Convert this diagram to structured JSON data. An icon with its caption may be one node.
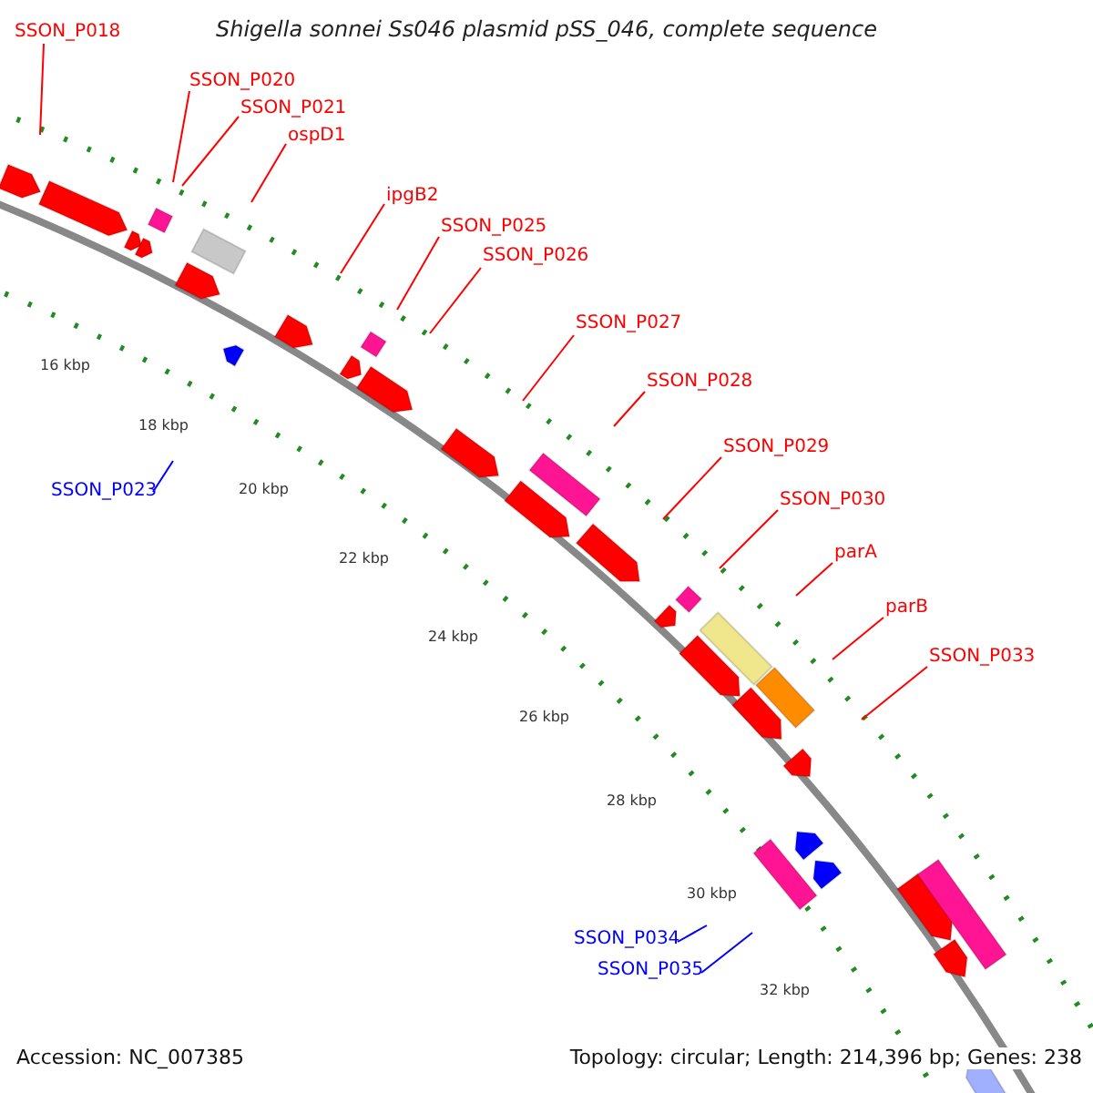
{
  "diagram": {
    "title": "Shigella sonnei Ss046 plasmid pSS_046, complete sequence",
    "nodes": [
      {
        "text": [
          "SSON_P018"
        ]
      },
      {
        "text": [
          "SSON_P020"
        ]
      },
      {
        "text": [
          "SSON_P021"
        ]
      },
      {
        "text": [
          "ospD1"
        ]
      },
      {
        "text": [
          "ipgB2"
        ]
      },
      {
        "text": [
          "SSON_P025"
        ]
      },
      {
        "text": [
          "SSON_P026"
        ]
      },
      {
        "text": [
          "SSON_P027"
        ]
      },
      {
        "text": [
          "SSON_P028"
        ]
      },
      {
        "text": [
          "SSON_P029"
        ]
      },
      {
        "text": [
          "SSON_P030"
        ]
      },
      {
        "text": [
          "parA"
        ]
      },
      {
        "text": [
          "parB"
        ]
      },
      {
        "text": [
          "SSON_P033"
        ]
      },
      {
        "text": [
          "SSON_P023"
        ]
      },
      {
        "text": [
          "SSON_P034"
        ]
      },
      {
        "text": [
          "SSON_P035"
        ]
      }
    ],
    "edges": [
      {
        "from": 0,
        "to": null,
        "arrow": "none",
        "color": "#ff0000"
      },
      {
        "from": 1,
        "to": null,
        "arrow": "none",
        "color": "#ff0000"
      },
      {
        "from": 2,
        "to": null,
        "arrow": "none",
        "color": "#ff0000"
      },
      {
        "from": 3,
        "to": null,
        "arrow": "none",
        "color": "#ff0000"
      },
      {
        "from": 4,
        "to": null,
        "arrow": "none",
        "color": "#ff0000"
      },
      {
        "from": 5,
        "to": null,
        "arrow": "none",
        "color": "#ff0000"
      },
      {
        "from": 6,
        "to": null,
        "arrow": "none",
        "color": "#ff0000"
      },
      {
        "from": 7,
        "to": null,
        "arrow": "none",
        "color": "#ff0000"
      },
      {
        "from": 8,
        "to": null,
        "arrow": "none",
        "color": "#ff0000"
      },
      {
        "from": 9,
        "to": null,
        "arrow": "none",
        "color": "#ff0000"
      },
      {
        "from": 10,
        "to": null,
        "arrow": "none",
        "color": "#ff0000"
      },
      {
        "from": 11,
        "to": null,
        "arrow": "none",
        "color": "#ff0000"
      },
      {
        "from": 12,
        "to": null,
        "arrow": "none",
        "color": "#ff0000"
      },
      {
        "from": 13,
        "to": null,
        "arrow": "none",
        "color": "#ff0000"
      },
      {
        "from": 14,
        "to": null,
        "arrow": "none",
        "color": "#0000ff"
      },
      {
        "from": 15,
        "to": null,
        "arrow": "none",
        "color": "#0000ff"
      },
      {
        "from": 16,
        "to": null,
        "arrow": "none",
        "color": "#0000ff"
      }
    ],
    "labels": [
      "16 kbp",
      "18 kbp",
      "20 kbp",
      "22 kbp",
      "24 kbp",
      "26 kbp",
      "28 kbp",
      "30 kbp",
      "32 kbp",
      "Accession: NC_007385",
      "Topology: circular; Length: 214,396 bp; Genes: 238"
    ]
  }
}
